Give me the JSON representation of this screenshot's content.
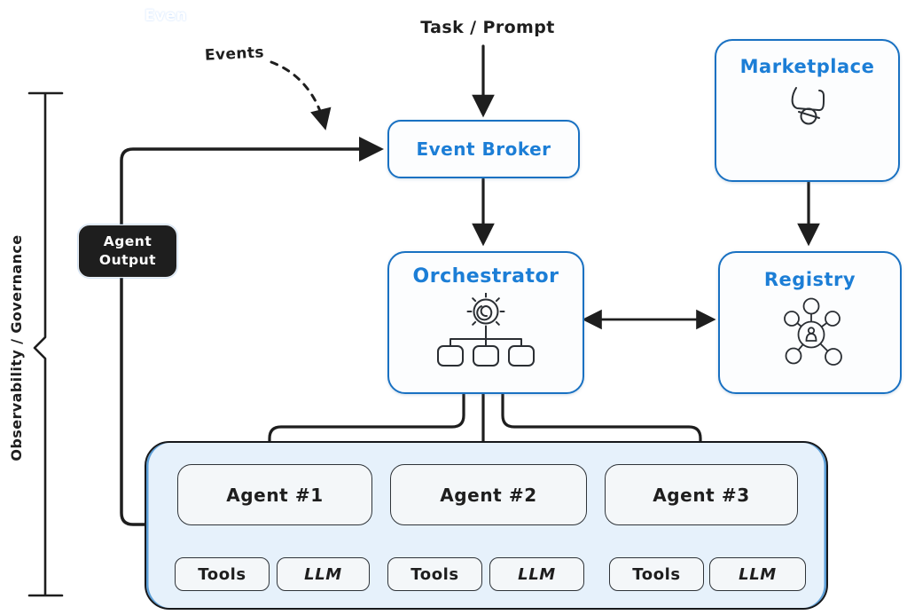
{
  "labels": {
    "even": "Even",
    "events": "Events",
    "task_prompt": "Task / Prompt",
    "agent_output": "Agent\nOutput",
    "observability": "Observability / Governance"
  },
  "nodes": {
    "event_broker": {
      "label": "Event Broker"
    },
    "marketplace": {
      "label": "Marketplace",
      "icon": "shopping-cart-icon"
    },
    "orchestrator": {
      "label": "Orchestrator",
      "icon": "gear-hierarchy-icon"
    },
    "registry": {
      "label": "Registry",
      "icon": "network-hub-icon"
    }
  },
  "agents": [
    {
      "label": "Agent #1",
      "children": [
        "Tools",
        "LLM"
      ]
    },
    {
      "label": "Agent #2",
      "children": [
        "Tools",
        "LLM"
      ]
    },
    {
      "label": "Agent #3",
      "children": [
        "Tools",
        "LLM"
      ]
    }
  ],
  "colors": {
    "accent_blue": "#1c7ed6",
    "border_blue": "#1971c2",
    "stroke_dark": "#1e1e1e",
    "pool_fill": "#e6f1fb"
  }
}
